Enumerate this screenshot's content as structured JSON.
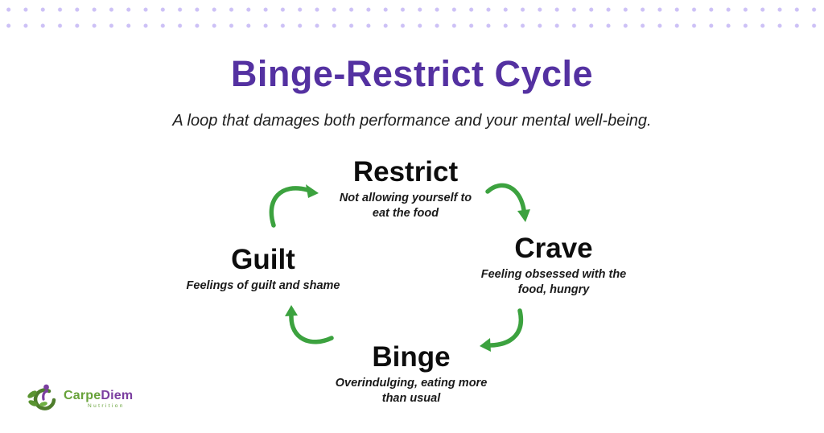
{
  "page": {
    "title": "Binge-Restrict Cycle",
    "subtitle": "A loop that damages both performance and your mental well-being."
  },
  "cycle": {
    "stages": [
      {
        "label": "Restrict",
        "description": "Not allowing yourself to\neat the food"
      },
      {
        "label": "Crave",
        "description": "Feeling obsessed with  the\nfood, hungry"
      },
      {
        "label": "Binge",
        "description": "Overindulging, eating more\nthan usual"
      },
      {
        "label": "Guilt",
        "description": "Feelings of guilt and shame"
      }
    ]
  },
  "logo": {
    "brand_first": "Carpe",
    "brand_second": "Diem",
    "tagline": "Nutrition"
  },
  "colors": {
    "title_purple": "#5431a1",
    "heading_black": "#0d0d0d",
    "arrow_green": "#3ca23f",
    "dot_lavender": "#cdc1f6",
    "logo_green": "#68a23a",
    "logo_purple": "#7b3fa0"
  }
}
